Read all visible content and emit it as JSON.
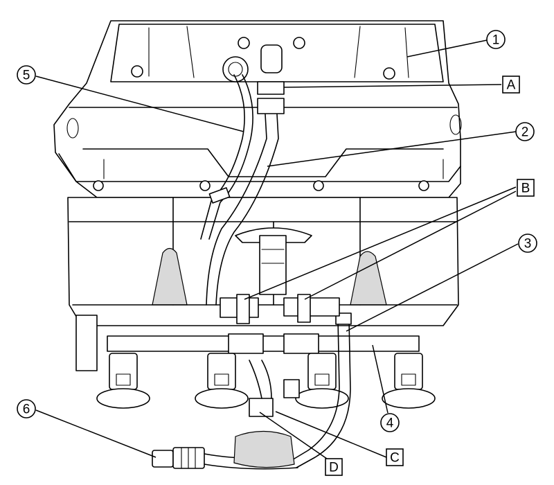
{
  "callouts": [
    {
      "id": "1",
      "label": "1",
      "shape": "circle"
    },
    {
      "id": "2",
      "label": "2",
      "shape": "circle"
    },
    {
      "id": "3",
      "label": "3",
      "shape": "circle"
    },
    {
      "id": "4",
      "label": "4",
      "shape": "circle"
    },
    {
      "id": "5",
      "label": "5",
      "shape": "circle"
    },
    {
      "id": "6",
      "label": "6",
      "shape": "circle"
    },
    {
      "id": "A",
      "label": "A",
      "shape": "box"
    },
    {
      "id": "B",
      "label": "B",
      "shape": "box"
    },
    {
      "id": "C",
      "label": "C",
      "shape": "box"
    },
    {
      "id": "D",
      "label": "D",
      "shape": "box"
    }
  ],
  "colors": {
    "line": "#000000",
    "background": "#ffffff",
    "shade": "#d9d9d9"
  }
}
